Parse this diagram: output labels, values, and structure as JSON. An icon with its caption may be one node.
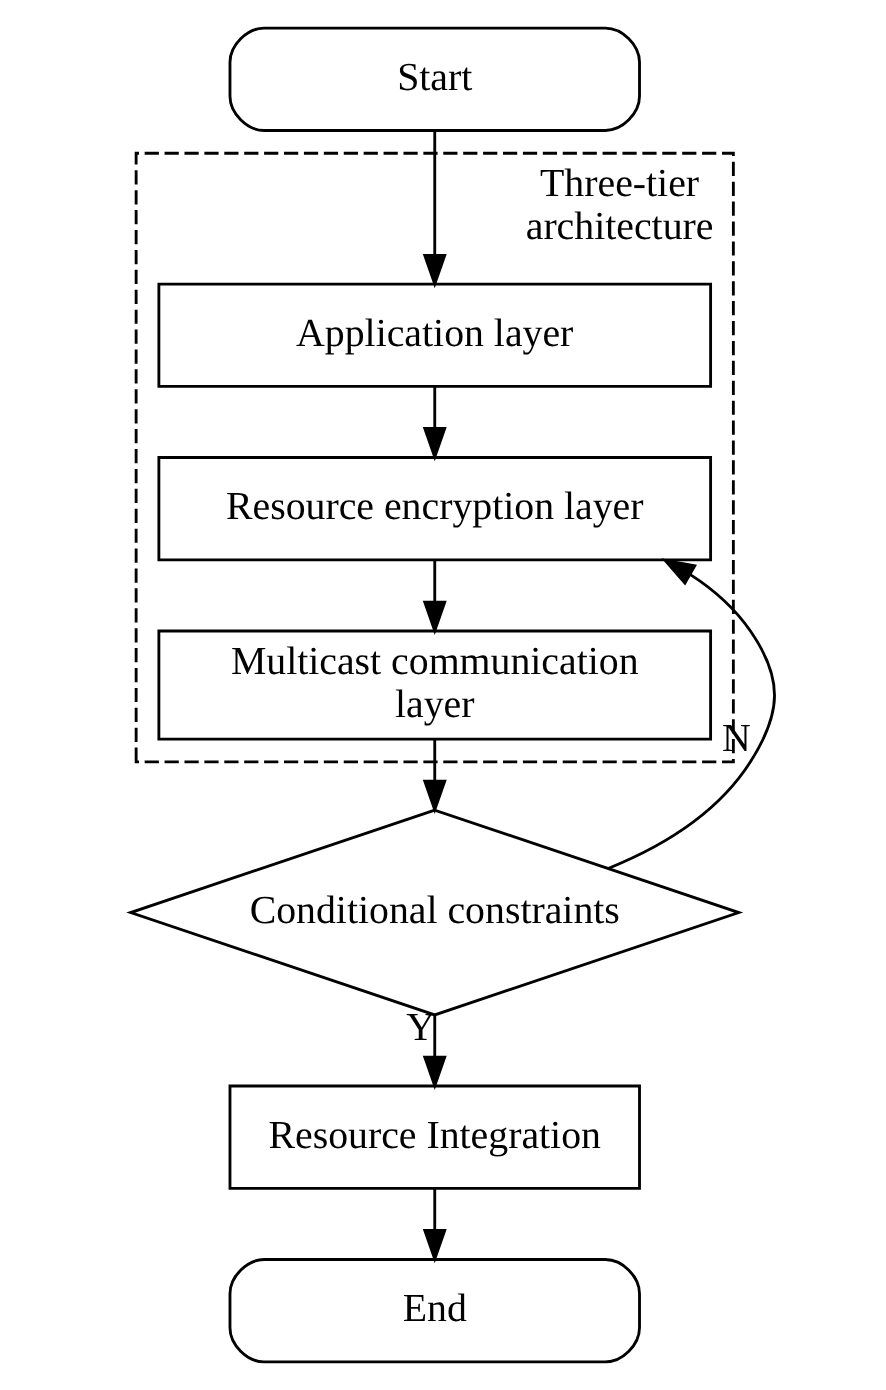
{
  "diagram": {
    "nodes": [
      {
        "text": [
          "Start"
        ]
      },
      {
        "text": [
          "Three-tier architecture"
        ]
      },
      {
        "text": [
          "Application layer"
        ],
        "in": 1
      },
      {
        "text": [
          "Resource encryption layer"
        ],
        "in": 1
      },
      {
        "text": [
          "Multicast communication layer"
        ],
        "in": 1
      },
      {
        "text": [
          "Conditional constraints"
        ]
      },
      {
        "text": [
          "Resource Integration"
        ]
      },
      {
        "text": [
          "End"
        ]
      }
    ],
    "edges": [
      {
        "from": 0,
        "to": 2,
        "arrow": "to"
      },
      {
        "from": 2,
        "to": 3,
        "arrow": "to"
      },
      {
        "from": 3,
        "to": 4,
        "arrow": "to"
      },
      {
        "from": 4,
        "to": 5,
        "arrow": "to"
      },
      {
        "from": 5,
        "to": 3,
        "arrow": "to",
        "label": "N"
      },
      {
        "from": 5,
        "to": 6,
        "arrow": "to",
        "label": "Y"
      },
      {
        "from": 6,
        "to": 7,
        "arrow": "to"
      }
    ]
  }
}
